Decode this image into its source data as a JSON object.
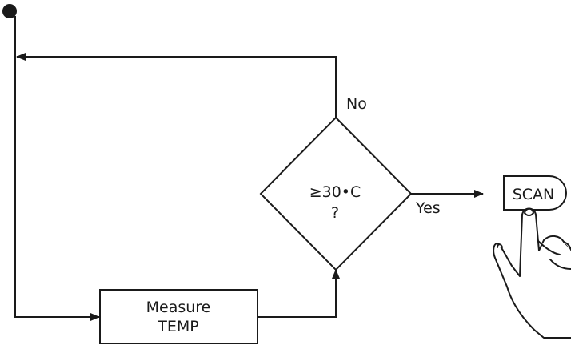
{
  "diagram": {
    "process": {
      "line1": "Measure",
      "line2": "TEMP"
    },
    "decision": {
      "line1": "≥30•C",
      "line2": "?"
    },
    "labels": {
      "no": "No",
      "yes": "Yes"
    },
    "button": {
      "label": "SCAN"
    }
  }
}
